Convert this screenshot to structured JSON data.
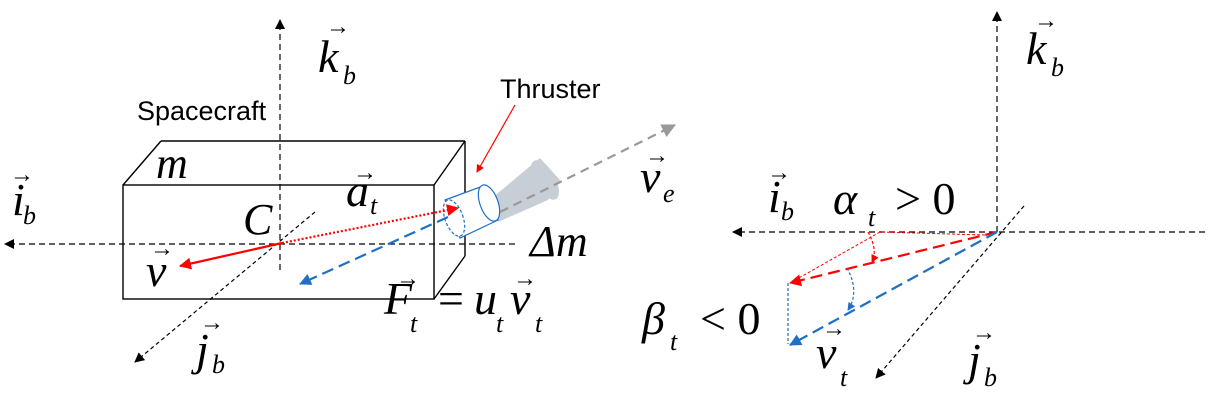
{
  "labels": {
    "spacecraft": "Spacecraft",
    "thruster": "Thruster",
    "mass": "m",
    "center": "C",
    "delta_mass": "Δm",
    "k_left": {
      "base": "k",
      "sub": "b"
    },
    "i_left": {
      "base": "i",
      "sub": "b"
    },
    "j_left": {
      "base": "j",
      "sub": "b"
    },
    "v": {
      "base": "v",
      "sub": ""
    },
    "a_t": {
      "base": "a",
      "sub": "t"
    },
    "v_e": {
      "base": "v",
      "sub": "e"
    },
    "F_t": {
      "lhs_base": "F",
      "lhs_sub": "t",
      "eq": "=",
      "u": "u",
      "u_sub": "t",
      "v": "v",
      "v_sub": "t"
    },
    "k_right": {
      "base": "k",
      "sub": "b"
    },
    "i_right": {
      "base": "i",
      "sub": "b"
    },
    "j_right": {
      "base": "j",
      "sub": "b"
    },
    "alpha": {
      "sym": "α",
      "sub": "t",
      "rel": "> 0"
    },
    "beta": {
      "sym": "β",
      "sub": "t",
      "rel": "< 0"
    },
    "v_t": {
      "base": "v",
      "sub": "t"
    }
  },
  "colors": {
    "red": "#ff0000",
    "blue": "#1f6fc5",
    "gray": "#999999",
    "plume": "#c8ced6",
    "black": "#000000"
  }
}
